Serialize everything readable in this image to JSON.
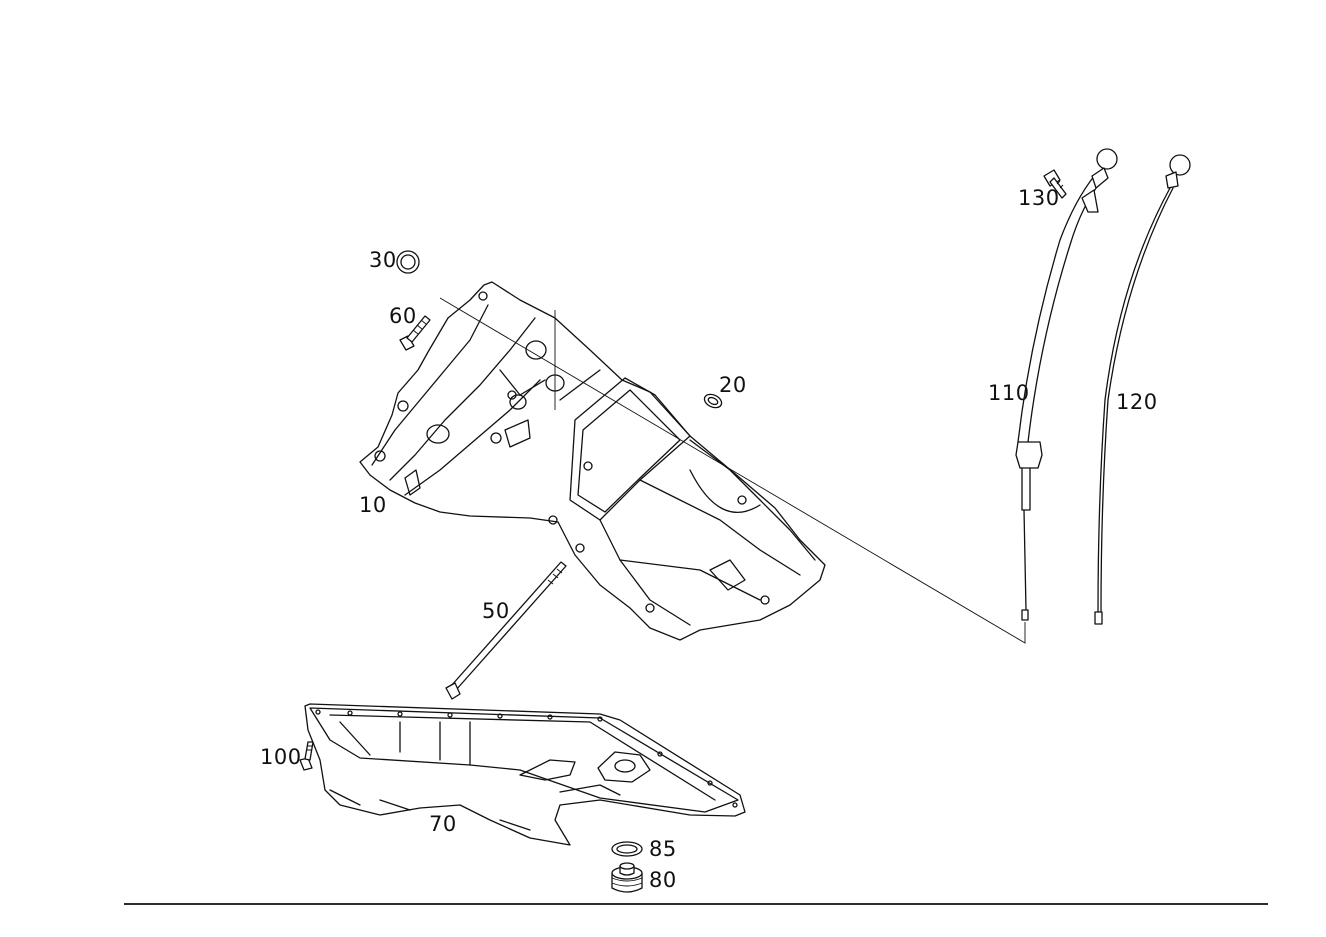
{
  "diagram": {
    "callouts": [
      {
        "id": "10",
        "text": "10"
      },
      {
        "id": "20",
        "text": "20"
      },
      {
        "id": "30",
        "text": "30"
      },
      {
        "id": "50",
        "text": "50"
      },
      {
        "id": "60",
        "text": "60"
      },
      {
        "id": "70",
        "text": "70"
      },
      {
        "id": "80",
        "text": "80"
      },
      {
        "id": "85",
        "text": "85"
      },
      {
        "id": "100",
        "text": "100"
      },
      {
        "id": "110",
        "text": "110"
      },
      {
        "id": "120",
        "text": "120"
      },
      {
        "id": "130",
        "text": "130"
      }
    ]
  }
}
